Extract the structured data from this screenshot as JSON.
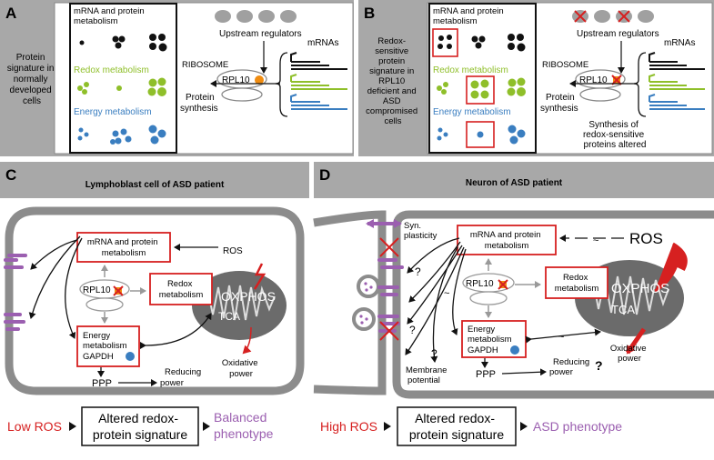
{
  "colors": {
    "panel_gray": "#a8a8a8",
    "cell_gray": "#8c8c8c",
    "mito_gray": "#6b6b6b",
    "red": "#d62020",
    "green": "#8fbf2a",
    "blue": "#3a7ec0",
    "purple": "#9b5fb0",
    "orange": "#f08c10"
  },
  "icons": [
    "cross-mark-icon",
    "mitochondrion-icon",
    "receptor-icon",
    "vesicle-icon",
    "lightning-icon"
  ],
  "panel_a": {
    "letter": "A",
    "side_label": [
      "Protein",
      "signature in",
      "normally",
      "developed",
      "cells"
    ],
    "box_title": [
      "mRNA and protein",
      "metabolism"
    ],
    "redox_label": "Redox metabolism",
    "energy_label": "Energy metabolism",
    "upstream_label": "Upstream regulators",
    "mrnas_label": "mRNAs",
    "ribosome_label": "RIBOSOME",
    "rpl10_label": "RPL10",
    "protein_synthesis": [
      "Protein",
      "synthesis"
    ]
  },
  "panel_b": {
    "letter": "B",
    "side_label": [
      "Redox-",
      "sensitive",
      "protein",
      "signature in",
      "RPL10",
      "deficient and",
      "ASD",
      "compromised",
      "cells"
    ],
    "box_title": [
      "mRNA and protein",
      "metabolism"
    ],
    "redox_label": "Redox metabolism",
    "energy_label": "Energy metabolism",
    "upstream_label": "Upstream regulators",
    "mrnas_label": "mRNAs",
    "ribosome_label": "RIBOSOME",
    "rpl10_label": "RPL10",
    "protein_synthesis": [
      "Protein",
      "synthesis"
    ],
    "altered_note": [
      "Synthesis of",
      "redox-sensitive",
      "proteins altered"
    ]
  },
  "panel_c": {
    "letter": "C",
    "title": "Lymphoblast cell of ASD patient",
    "mrna_box": [
      "mRNA and protein",
      "metabolism"
    ],
    "redox_box": [
      "Redox",
      "metabolism"
    ],
    "energy_box": [
      "Energy",
      "metabolism",
      "GAPDH"
    ],
    "rpl10_label": "RPL10",
    "ros_label": "ROS",
    "oxphos_label": "OXPHOS",
    "tca_label": "TCA",
    "oxidative_power": [
      "Oxidative",
      "power"
    ],
    "ppp_label": "PPP",
    "reducing_power": [
      "Reducing",
      "power"
    ],
    "bottom_left": "Low ROS",
    "bottom_box": [
      "Altered redox-",
      "protein signature"
    ],
    "bottom_right": [
      "Balanced",
      "phenotype"
    ]
  },
  "panel_d": {
    "letter": "D",
    "title": "Neuron of ASD patient",
    "syn_label": [
      "Syn.",
      "plasticity"
    ],
    "mrna_box": [
      "mRNA and protein",
      "metabolism"
    ],
    "redox_box": [
      "Redox",
      "metabolism"
    ],
    "energy_box": [
      "Energy",
      "metabolism",
      "GAPDH"
    ],
    "rpl10_label": "RPL10",
    "ros_label": "ROS",
    "oxphos_label": "OXPHOS",
    "tca_label": "TCA",
    "oxidative_power": [
      "Oxidative",
      "power"
    ],
    "ppp_label": "PPP",
    "reducing_power": [
      "Reducing",
      "power"
    ],
    "membrane_potential": [
      "Membrane",
      "potential"
    ],
    "question_mark": "?",
    "tilde": "~",
    "bottom_left": "High ROS",
    "bottom_box": [
      "Altered redox-",
      "protein signature"
    ],
    "bottom_right": "ASD phenotype"
  }
}
